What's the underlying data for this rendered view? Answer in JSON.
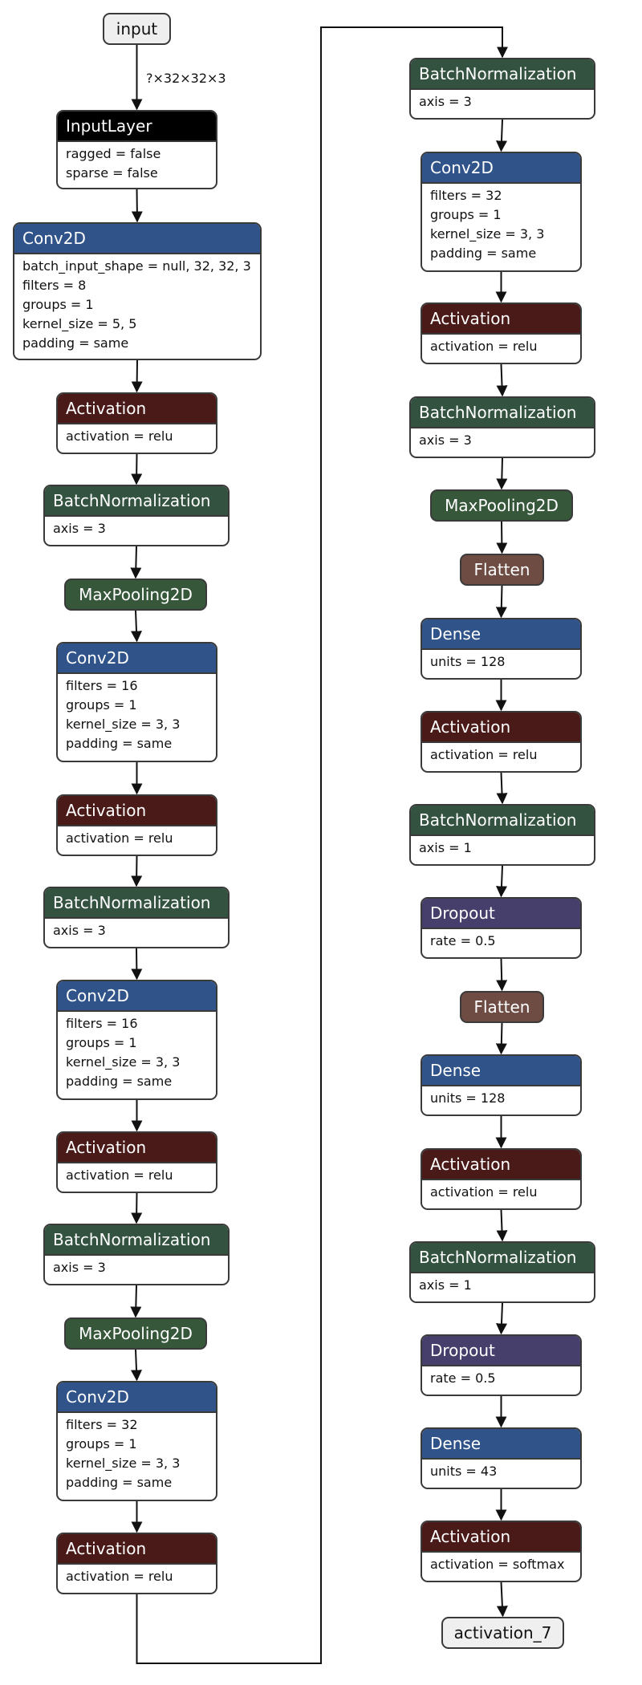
{
  "colors": {
    "InputLayer": "#000000",
    "Conv2D": "#30548a",
    "Activation": "#4a1a18",
    "BatchNormalization": "#335340",
    "MaxPooling2D": "#36573a",
    "Flatten": "#6e4c44",
    "Dense": "#30548a",
    "Dropout": "#463f6b",
    "io": "#efefef",
    "border": "#3a3a3a"
  },
  "input_shape_label": "?×32×32×3",
  "nodes": [
    {
      "kind": "pill",
      "label": "input"
    },
    {
      "kind": "layer",
      "label": "InputLayer",
      "type": "InputLayer",
      "params": [
        "ragged = false",
        "sparse = false"
      ]
    },
    {
      "kind": "layer",
      "label": "Conv2D",
      "type": "Conv2D",
      "params": [
        "batch_input_shape = null, 32, 32, 3",
        "filters = 8",
        "groups = 1",
        "kernel_size = 5, 5",
        "padding = same"
      ]
    },
    {
      "kind": "layer",
      "label": "Activation",
      "type": "Activation",
      "params": [
        "activation = relu"
      ]
    },
    {
      "kind": "layer",
      "label": "BatchNormalization",
      "type": "BatchNormalization",
      "params": [
        "axis = 3"
      ]
    },
    {
      "kind": "chip",
      "label": "MaxPooling2D",
      "type": "MaxPooling2D"
    },
    {
      "kind": "layer",
      "label": "Conv2D",
      "type": "Conv2D",
      "params": [
        "filters = 16",
        "groups = 1",
        "kernel_size = 3, 3",
        "padding = same"
      ]
    },
    {
      "kind": "layer",
      "label": "Activation",
      "type": "Activation",
      "params": [
        "activation = relu"
      ]
    },
    {
      "kind": "layer",
      "label": "BatchNormalization",
      "type": "BatchNormalization",
      "params": [
        "axis = 3"
      ]
    },
    {
      "kind": "layer",
      "label": "Conv2D",
      "type": "Conv2D",
      "params": [
        "filters = 16",
        "groups = 1",
        "kernel_size = 3, 3",
        "padding = same"
      ]
    },
    {
      "kind": "layer",
      "label": "Activation",
      "type": "Activation",
      "params": [
        "activation = relu"
      ]
    },
    {
      "kind": "layer",
      "label": "BatchNormalization",
      "type": "BatchNormalization",
      "params": [
        "axis = 3"
      ]
    },
    {
      "kind": "chip",
      "label": "MaxPooling2D",
      "type": "MaxPooling2D"
    },
    {
      "kind": "layer",
      "label": "Conv2D",
      "type": "Conv2D",
      "params": [
        "filters = 32",
        "groups = 1",
        "kernel_size = 3, 3",
        "padding = same"
      ]
    },
    {
      "kind": "layer",
      "label": "Activation",
      "type": "Activation",
      "params": [
        "activation = relu"
      ]
    },
    {
      "kind": "layer",
      "label": "BatchNormalization",
      "type": "BatchNormalization",
      "params": [
        "axis = 3"
      ]
    },
    {
      "kind": "layer",
      "label": "Conv2D",
      "type": "Conv2D",
      "params": [
        "filters = 32",
        "groups = 1",
        "kernel_size = 3, 3",
        "padding = same"
      ]
    },
    {
      "kind": "layer",
      "label": "Activation",
      "type": "Activation",
      "params": [
        "activation = relu"
      ]
    },
    {
      "kind": "layer",
      "label": "BatchNormalization",
      "type": "BatchNormalization",
      "params": [
        "axis = 3"
      ]
    },
    {
      "kind": "chip",
      "label": "MaxPooling2D",
      "type": "MaxPooling2D"
    },
    {
      "kind": "chip",
      "label": "Flatten",
      "type": "Flatten"
    },
    {
      "kind": "layer",
      "label": "Dense",
      "type": "Dense",
      "params": [
        "units = 128"
      ]
    },
    {
      "kind": "layer",
      "label": "Activation",
      "type": "Activation",
      "params": [
        "activation = relu"
      ]
    },
    {
      "kind": "layer",
      "label": "BatchNormalization",
      "type": "BatchNormalization",
      "params": [
        "axis = 1"
      ]
    },
    {
      "kind": "layer",
      "label": "Dropout",
      "type": "Dropout",
      "params": [
        "rate = 0.5"
      ]
    },
    {
      "kind": "chip",
      "label": "Flatten",
      "type": "Flatten"
    },
    {
      "kind": "layer",
      "label": "Dense",
      "type": "Dense",
      "params": [
        "units = 128"
      ]
    },
    {
      "kind": "layer",
      "label": "Activation",
      "type": "Activation",
      "params": [
        "activation = relu"
      ]
    },
    {
      "kind": "layer",
      "label": "BatchNormalization",
      "type": "BatchNormalization",
      "params": [
        "axis = 1"
      ]
    },
    {
      "kind": "layer",
      "label": "Dropout",
      "type": "Dropout",
      "params": [
        "rate = 0.5"
      ]
    },
    {
      "kind": "layer",
      "label": "Dense",
      "type": "Dense",
      "params": [
        "units = 43"
      ]
    },
    {
      "kind": "layer",
      "label": "Activation",
      "type": "Activation",
      "params": [
        "activation = softmax"
      ]
    },
    {
      "kind": "pill",
      "label": "activation_7"
    }
  ]
}
